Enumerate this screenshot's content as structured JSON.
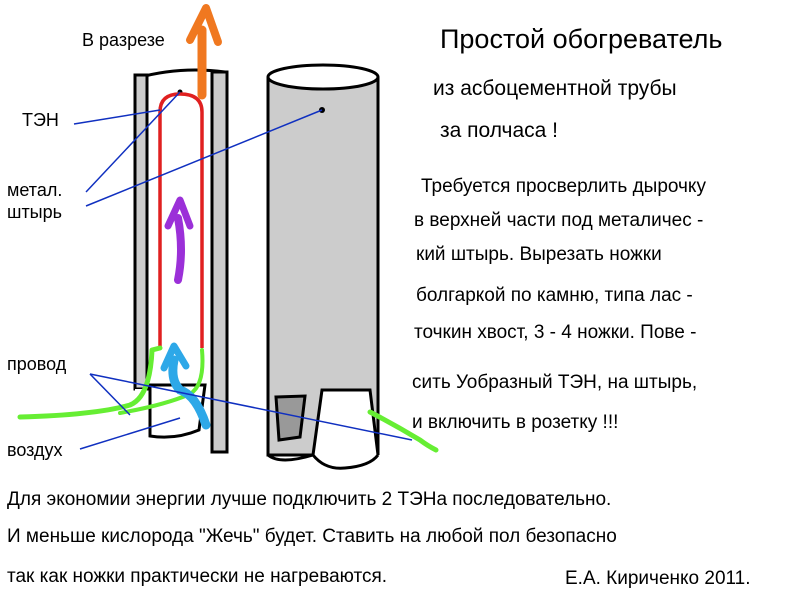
{
  "title": {
    "line1": "Простой обогреватель",
    "line2": "из асбоцементной трубы",
    "line3": "за полчаса !"
  },
  "labels": {
    "cutaway": "В разрезе",
    "ten": "ТЭН",
    "pin_line1": "метал.",
    "pin_line2": "штырь",
    "wire": "провод",
    "air": "воздух"
  },
  "instructions": [
    "Требуется просверлить дырочку",
    "в верхней части под металичес -",
    "кий штырь. Вырезать ножки",
    "болгаркой по камню, типа лас -",
    "точкин хвост,  3 - 4 ножки. Пове -",
    "сить Уобразный ТЭН, на штырь,",
    "и  включить в розетку !!!"
  ],
  "footer": [
    "Для экономии энергии лучше подключить 2 ТЭНа последовательно.",
    "И меньше кислорода \"Жечь\" будет. Ставить на любой пол безопасно",
    "так как ножки практически не нагреваются."
  ],
  "author": "Е.А. Кириченко 2011.",
  "colors": {
    "pipe": "#cccccc",
    "heater": "#e02020",
    "hot_air": "#f07820",
    "inner_flow": "#9b30d8",
    "cold_air": "#2da8e8",
    "wire": "#66ee33",
    "leader": "#1030c0"
  }
}
